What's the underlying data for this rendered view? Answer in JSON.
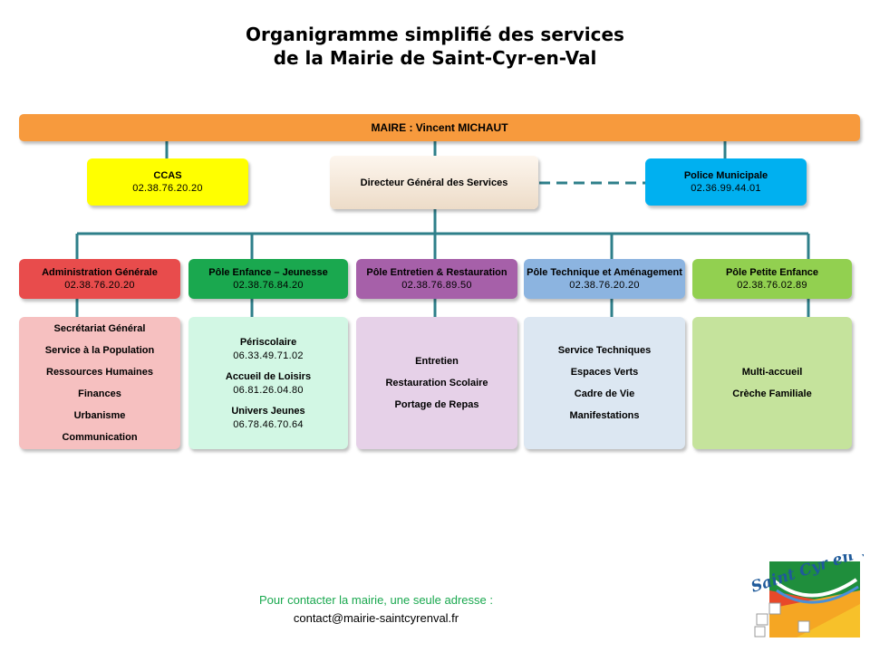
{
  "title": {
    "line1": "Organigramme simplifié des services",
    "line2": "de la Mairie de Saint-Cyr-en-Val"
  },
  "maire": {
    "label": "MAIRE :  Vincent MICHAUT"
  },
  "ccas": {
    "name": "CCAS",
    "phone": "02.38.76.20.20"
  },
  "dgs": {
    "name": "Directeur Général des Services"
  },
  "police": {
    "name": "Police Municipale",
    "phone": "02.36.99.44.01"
  },
  "poles": [
    {
      "name": "Administration Générale",
      "phone": "02.38.76.20.20",
      "color": "#e84c4c"
    },
    {
      "name": "Pôle Enfance – Jeunesse",
      "phone": "02.38.76.84.20",
      "color": "#1aa84f"
    },
    {
      "name": "Pôle Entretien & Restauration",
      "phone": "02.38.76.89.50",
      "color": "#a660a9"
    },
    {
      "name": "Pôle Technique et Aménagement",
      "phone": "02.38.76.20.20",
      "color": "#8cb4e0"
    },
    {
      "name": "Pôle Petite Enfance",
      "phone": "02.38.76.02.89",
      "color": "#92d050"
    }
  ],
  "services": {
    "admin": [
      "Secrétariat Général",
      "Service à la Population",
      "Ressources Humaines",
      "Finances",
      "Urbanisme",
      "Communication"
    ],
    "enfance": [
      {
        "name": "Périscolaire",
        "phone": "06.33.49.71.02"
      },
      {
        "name": "Accueil de Loisirs",
        "phone": "06.81.26.04.80"
      },
      {
        "name": "Univers Jeunes",
        "phone": "06.78.46.70.64"
      }
    ],
    "entretien": [
      "Entretien",
      "Restauration Scolaire",
      "Portage  de  Repas"
    ],
    "technique": [
      "Service Techniques",
      "Espaces Verts",
      "Cadre de Vie",
      "Manifestations"
    ],
    "petite": [
      "Multi-accueil",
      "Crèche  Familiale"
    ]
  },
  "contact": {
    "line1": "Pour contacter la mairie, une seule adresse :",
    "line2": "contact@mairie-saintcyrenval.fr"
  },
  "logo": {
    "text": "Saint Cyr en Val"
  },
  "colors": {
    "connector": "#2e7f8a",
    "maire": "#f79a3d",
    "ccas": "#ffff00",
    "police": "#00b0f0",
    "contact_green": "#1aa84f"
  }
}
